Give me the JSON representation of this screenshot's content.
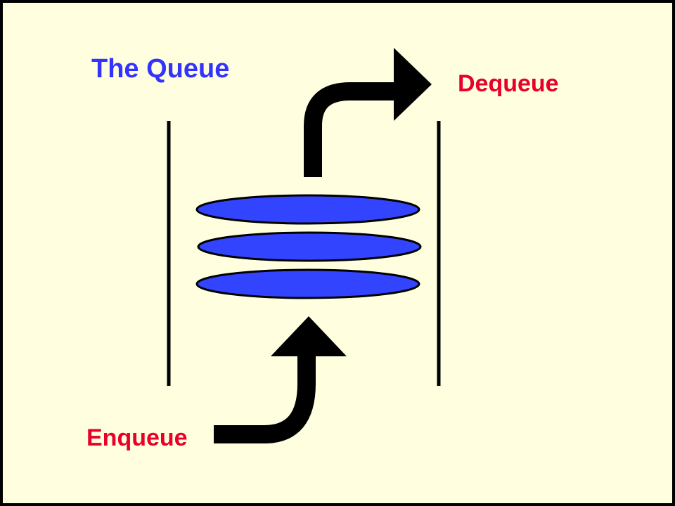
{
  "title": "The Queue",
  "labels": {
    "dequeue": "Dequeue",
    "enqueue": "Enqueue"
  },
  "queue": {
    "item_count": 3
  },
  "colors": {
    "background": "#ffffe0",
    "title": "#3333ff",
    "operation_label": "#e8002a",
    "item_fill": "#3344ff",
    "outline": "#000000"
  }
}
